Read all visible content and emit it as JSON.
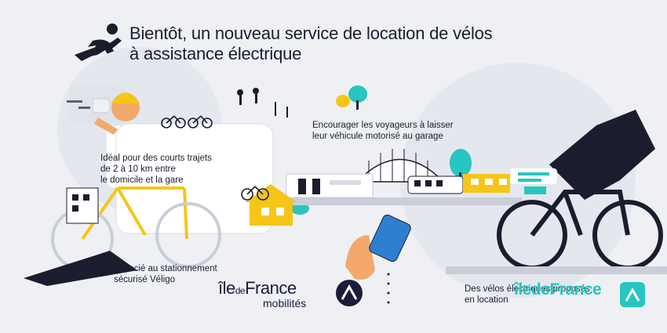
{
  "header": {
    "title_line1": "Bientôt, un nouveau service de location de vélos",
    "title_line2": "à assistance électrique"
  },
  "callouts": {
    "travellers": [
      "Encourager les voyageurs à laisser",
      "leur véhicule motorisé au garage"
    ],
    "short_trips": [
      "Idéal pour des courts trajets",
      "de 2 à 10 km entre",
      "le domicile et la gare"
    ],
    "parking": [
      "Associé au stationnement",
      "sécurisé Véligo"
    ],
    "rental": [
      "Des vélos électriques proposés",
      "en location"
    ]
  },
  "brand": {
    "name_part1": "île",
    "name_part2": "de",
    "name_part3": "France",
    "subtitle": "mobilités",
    "secondary": "îledeFrance"
  },
  "colors": {
    "background": "#eef0f4",
    "navy": "#1b1d2e",
    "teal": "#27c6c0",
    "yellow": "#f5c518",
    "skin": "#f2a96b",
    "blue": "#2f7fd1"
  },
  "icons": [
    "runner-icon",
    "bike-icon",
    "train-icon",
    "house-icon",
    "phone-icon",
    "tree-icon"
  ]
}
